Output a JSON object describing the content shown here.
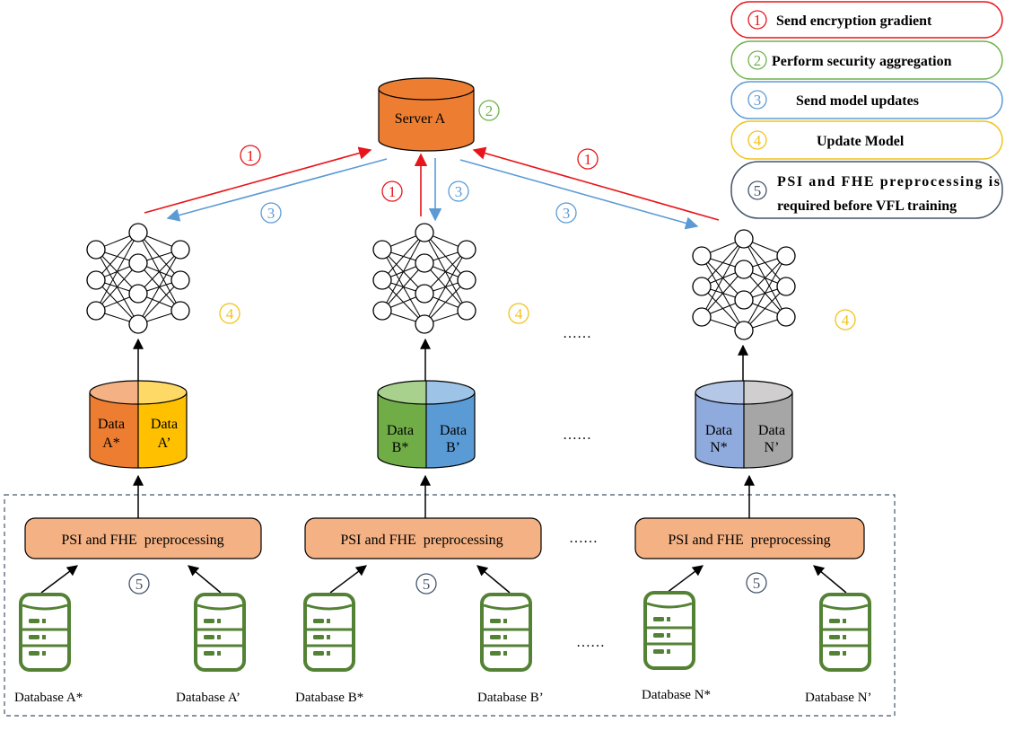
{
  "legend": [
    {
      "num": "1",
      "text": "Send encryption gradient",
      "color": "#e8141b"
    },
    {
      "num": "2",
      "text": "Perform security aggregation",
      "color": "#6fb24a"
    },
    {
      "num": "3",
      "text": "Send model updates",
      "color": "#5b9bd5"
    },
    {
      "num": "4",
      "text": "Update Model",
      "color": "#f2c21b"
    },
    {
      "num": "5",
      "text_line1": "PSI and FHE preprocessing is",
      "text_line2": "required before VFL training",
      "color": "#44546a"
    }
  ],
  "server": {
    "label": "Server A",
    "color": "#ed7d31"
  },
  "step_numbers": {
    "one": "1",
    "two": "2",
    "three": "3",
    "four": "4",
    "five": "5"
  },
  "ellipsis": "……",
  "datasets": [
    {
      "left_line1": "Data",
      "left_line2": "A*",
      "right_line1": "Data",
      "right_line2": "A’",
      "left_color": "#ed7d31",
      "right_color": "#ffc000"
    },
    {
      "left_line1": "Data",
      "left_line2": "B*",
      "right_line1": "Data",
      "right_line2": "B’",
      "left_color": "#70ad47",
      "right_color": "#5b9bd5"
    },
    {
      "left_line1": "Data",
      "left_line2": "N*",
      "right_line1": "Data",
      "right_line2": "N’",
      "left_color": "#8faadc",
      "right_color": "#a6a6a6"
    }
  ],
  "preprocessing_label": "PSI and FHE  preprocessing",
  "databases": [
    {
      "label": "Database A*"
    },
    {
      "label": "Database A’"
    },
    {
      "label": "Database B*"
    },
    {
      "label": "Database B’"
    },
    {
      "label": "Database N*"
    },
    {
      "label": "Database N’"
    }
  ],
  "colors": {
    "database_green": "#548235",
    "preprocess_fill": "#f4b183",
    "red": "#e8141b",
    "blue": "#5b9bd5"
  }
}
